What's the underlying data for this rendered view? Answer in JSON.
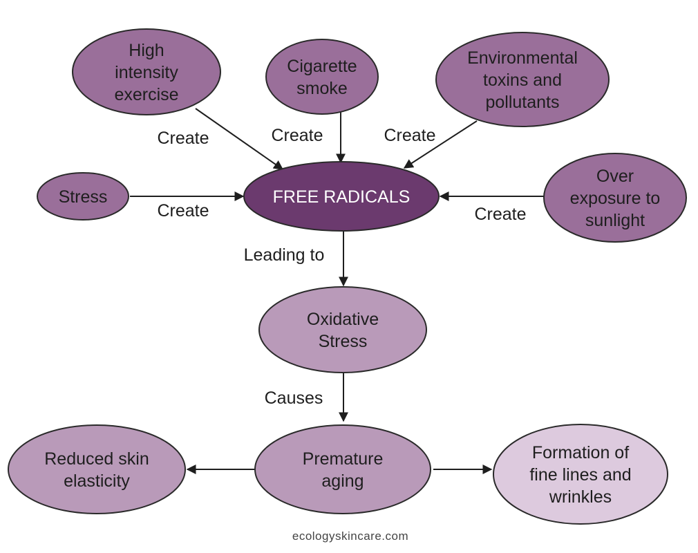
{
  "colors": {
    "cause_fill": "#9a6f9a",
    "center_fill": "#6b3a6e",
    "stage_fill": "#b99ab9",
    "effect_fill": "#b99ab9",
    "light_fill": "#ddcade"
  },
  "nodes": {
    "exercise": [
      "High",
      "intensity",
      "exercise"
    ],
    "cigarette": [
      "Cigarette",
      "smoke"
    ],
    "toxins": [
      "Environmental",
      "toxins and",
      "pollutants"
    ],
    "stress": [
      "Stress"
    ],
    "free_radicals": [
      "FREE RADICALS"
    ],
    "sunlight": [
      "Over",
      "exposure to",
      "sunlight"
    ],
    "oxidative": [
      "Oxidative",
      "Stress"
    ],
    "aging": [
      "Premature",
      "aging"
    ],
    "elasticity": [
      "Reduced skin",
      "elasticity"
    ],
    "wrinkles": [
      "Formation of",
      "fine lines and",
      "wrinkles"
    ]
  },
  "edge_labels": {
    "exercise": "Create",
    "cigarette": "Create",
    "toxins": "Create",
    "stress": "Create",
    "sunlight": "Create",
    "leading": "Leading to",
    "causes": "Causes"
  },
  "credit": "ecologyskincare.com"
}
